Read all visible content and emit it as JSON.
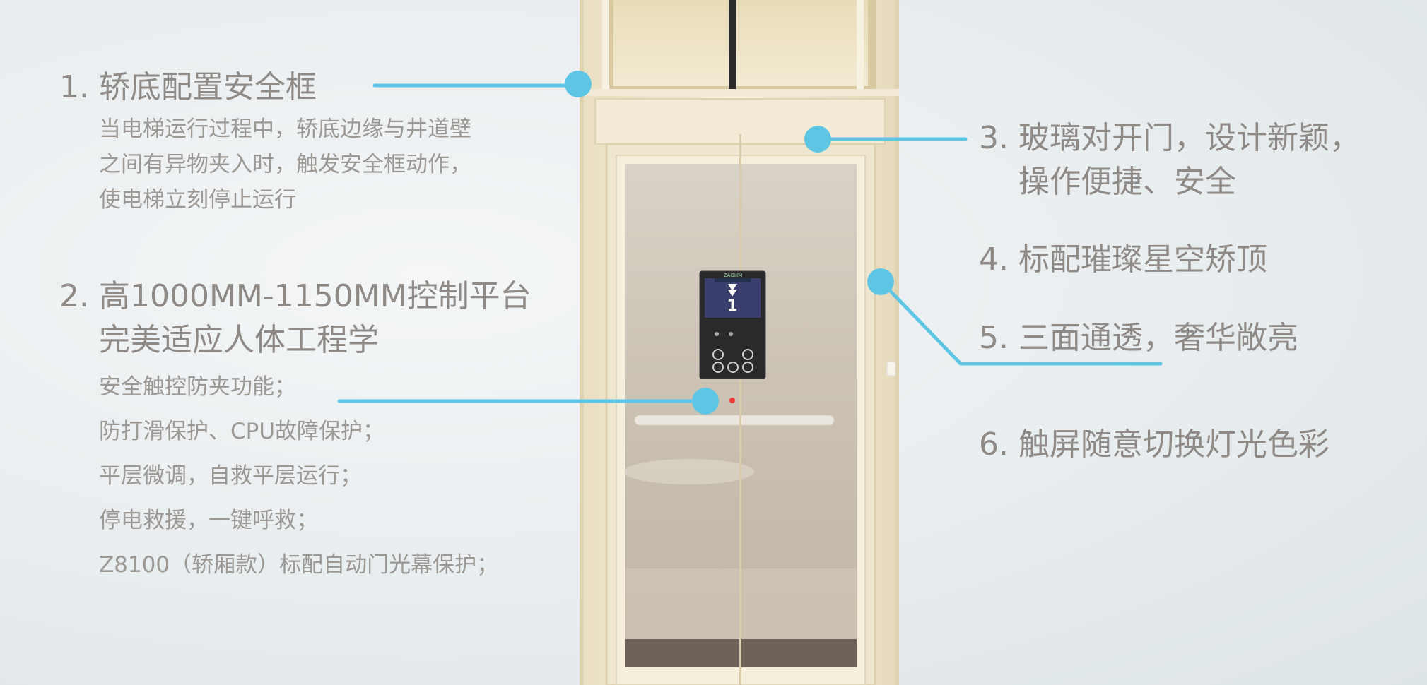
{
  "features": [
    {
      "number": "1.",
      "title": "轿底配置安全框",
      "description": [
        "当电梯运行过程中，轿底边缘与井道壁",
        "之间有异物夹入时，触发安全框动作，",
        "使电梯立刻停止运行"
      ]
    },
    {
      "number": "2.",
      "title": "高1000MM-1150MM控制平台",
      "title_cont": "完美适应人体工程学",
      "items": [
        "安全触控防夹功能；",
        "防打滑保护、CPU故障保护；",
        "平层微调，自救平层运行；",
        "停电救援，一键呼救；",
        "Z8100（轿厢款）标配自动门光幕保护；"
      ]
    },
    {
      "number": "3.",
      "title": "玻璃对开门，设计新颖，",
      "title_cont": "操作便捷、安全"
    },
    {
      "number": "4.",
      "title": "标配璀璨星空矫顶"
    },
    {
      "number": "5.",
      "title": "三面通透，奢华敞亮"
    },
    {
      "number": "6.",
      "title": "触屏随意切换灯光色彩"
    }
  ],
  "elevator": {
    "panel_floor": "1",
    "panel_brand": "ZAOHM"
  },
  "colors": {
    "callout": "#5ec6e4",
    "text": "#8f8a86",
    "frame": "#efe4c8"
  }
}
